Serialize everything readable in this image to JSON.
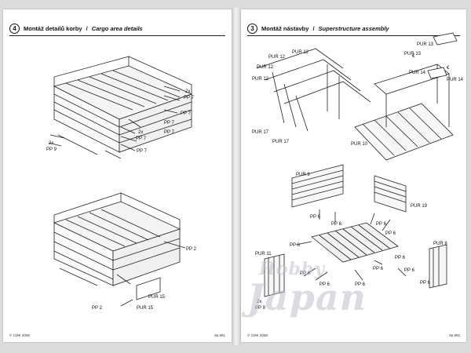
{
  "left_page": {
    "step_number": "4",
    "title_cz": "Montáž detailů korby",
    "title_en": "Cargo area details",
    "footer_left": "© CMK 2008",
    "footer_right": "8a 891"
  },
  "right_page": {
    "step_number": "3",
    "title_cz": "Montáž nástavby",
    "title_en": "Superstructure assembly",
    "footer_left": "© CMK 2008",
    "footer_right": "8a 891"
  },
  "labels": {
    "pp7": "PP 7",
    "pp9": "PP 9",
    "pp2": "PP 2",
    "pp6": "PP 6",
    "x2": "2x",
    "pur15": "PUR 15",
    "pur12": "PUR 12",
    "pur13": "PUR 13",
    "pur14": "PUR 14",
    "pur17": "PUR 17",
    "pur10": "PUR 10",
    "pur9": "PUR 9",
    "pur19": "PUR 19",
    "pur11": "PUR 11",
    "pur8": "PUR 8",
    "e_mark": "€"
  },
  "watermark": {
    "text_top": "Hobby",
    "text_main": "Japan"
  }
}
